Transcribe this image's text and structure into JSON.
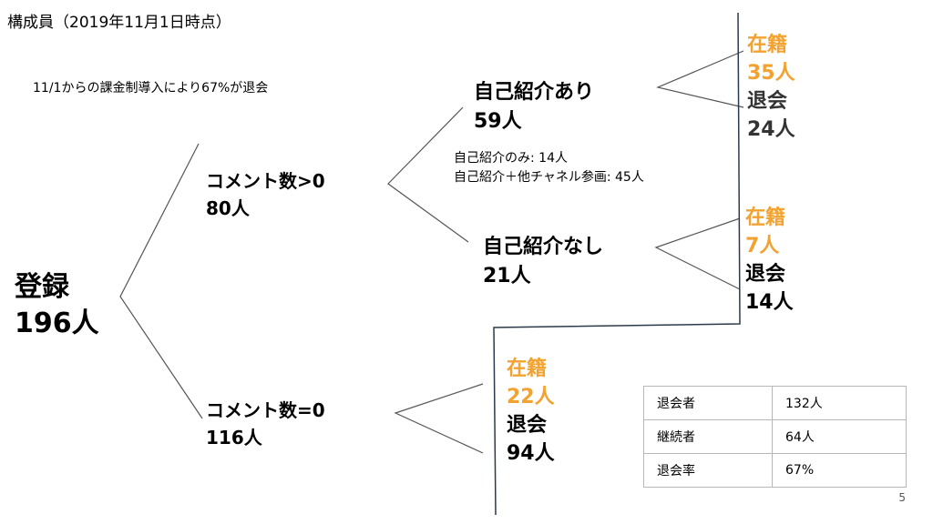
{
  "slide": {
    "title": "構成員（2019年11月1日時点）",
    "subtitle": "11/1からの課金制導入により67%が退会",
    "page_number": "5"
  },
  "tree": {
    "root": {
      "label": "登録",
      "count": "196人"
    },
    "comments_positive": {
      "label": "コメント数>0",
      "count": "80人"
    },
    "comments_zero": {
      "label": "コメント数=0",
      "count": "116人"
    },
    "intro_yes": {
      "label": "自己紹介あり",
      "count": "59人"
    },
    "intro_no": {
      "label": "自己紹介なし",
      "count": "21人"
    },
    "intro_notes": [
      "自己紹介のみ: 14人",
      "自己紹介＋他チャネル参画: 45人"
    ],
    "intro_yes_outcome": {
      "active_label": "在籍",
      "active_count": "35人",
      "left_label": "退会",
      "left_count": "24人"
    },
    "intro_no_outcome": {
      "active_label": "在籍",
      "active_count": "7人",
      "left_label": "退会",
      "left_count": "14人"
    },
    "zero_outcome": {
      "active_label": "在籍",
      "active_count": "22人",
      "left_label": "退会",
      "left_count": "94人"
    }
  },
  "summary_table": {
    "rows": [
      {
        "label": "退会者",
        "value": "132人"
      },
      {
        "label": "継続者",
        "value": "64人"
      },
      {
        "label": "退会率",
        "value": "67%"
      }
    ]
  },
  "colors": {
    "active": "#f2a230",
    "left": "#333333",
    "line": "#555555"
  }
}
